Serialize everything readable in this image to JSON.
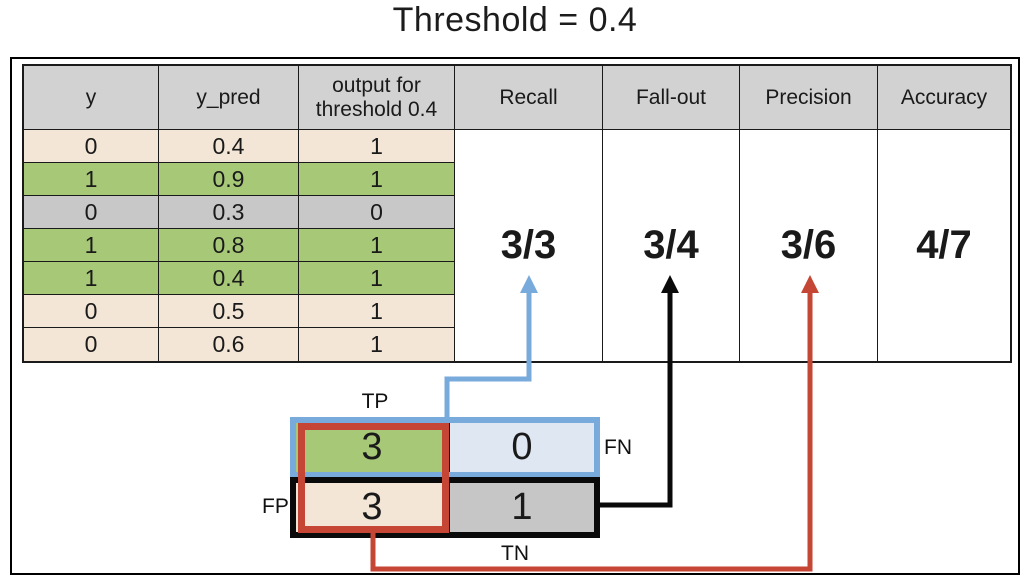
{
  "title": "Threshold = 0.4",
  "table": {
    "header_bg": "#d2d2d2",
    "headers": [
      "y",
      "y_pred",
      "output for\nthreshold 0.4",
      "Recall",
      "Fall-out",
      "Precision",
      "Accuracy"
    ],
    "rows": [
      {
        "y": "0",
        "y_pred": "0.4",
        "output": "1",
        "bg": "#f4e6d7"
      },
      {
        "y": "1",
        "y_pred": "0.9",
        "output": "1",
        "bg": "#a6c877"
      },
      {
        "y": "0",
        "y_pred": "0.3",
        "output": "0",
        "bg": "#c8c8c8"
      },
      {
        "y": "1",
        "y_pred": "0.8",
        "output": "1",
        "bg": "#a6c877"
      },
      {
        "y": "1",
        "y_pred": "0.4",
        "output": "1",
        "bg": "#a6c877"
      },
      {
        "y": "0",
        "y_pred": "0.5",
        "output": "1",
        "bg": "#f4e6d7"
      },
      {
        "y": "0",
        "y_pred": "0.6",
        "output": "1",
        "bg": "#f4e6d7"
      }
    ],
    "metrics": {
      "recall": "3/3",
      "fallout": "3/4",
      "precision": "3/6",
      "accuracy": "4/7"
    }
  },
  "matrix": {
    "labels": {
      "tp": "TP",
      "fn": "FN",
      "fp": "FP",
      "tn": "TN"
    },
    "cells": {
      "tp": {
        "value": "3",
        "bg": "#a6c877"
      },
      "fn": {
        "value": "0",
        "bg": "#dfe7f3"
      },
      "fp": {
        "value": "3",
        "bg": "#f4e6d7"
      },
      "tn": {
        "value": "1",
        "bg": "#c6c6c6"
      }
    },
    "top_row_border": "#78aadc",
    "bottom_row_border": "#0a0a0a",
    "highlight_border": "#c64635"
  },
  "arrows": {
    "recall": {
      "color": "#78aadc"
    },
    "fallout": {
      "color": "#0a0a0a"
    },
    "precision": {
      "color": "#c64635"
    }
  }
}
